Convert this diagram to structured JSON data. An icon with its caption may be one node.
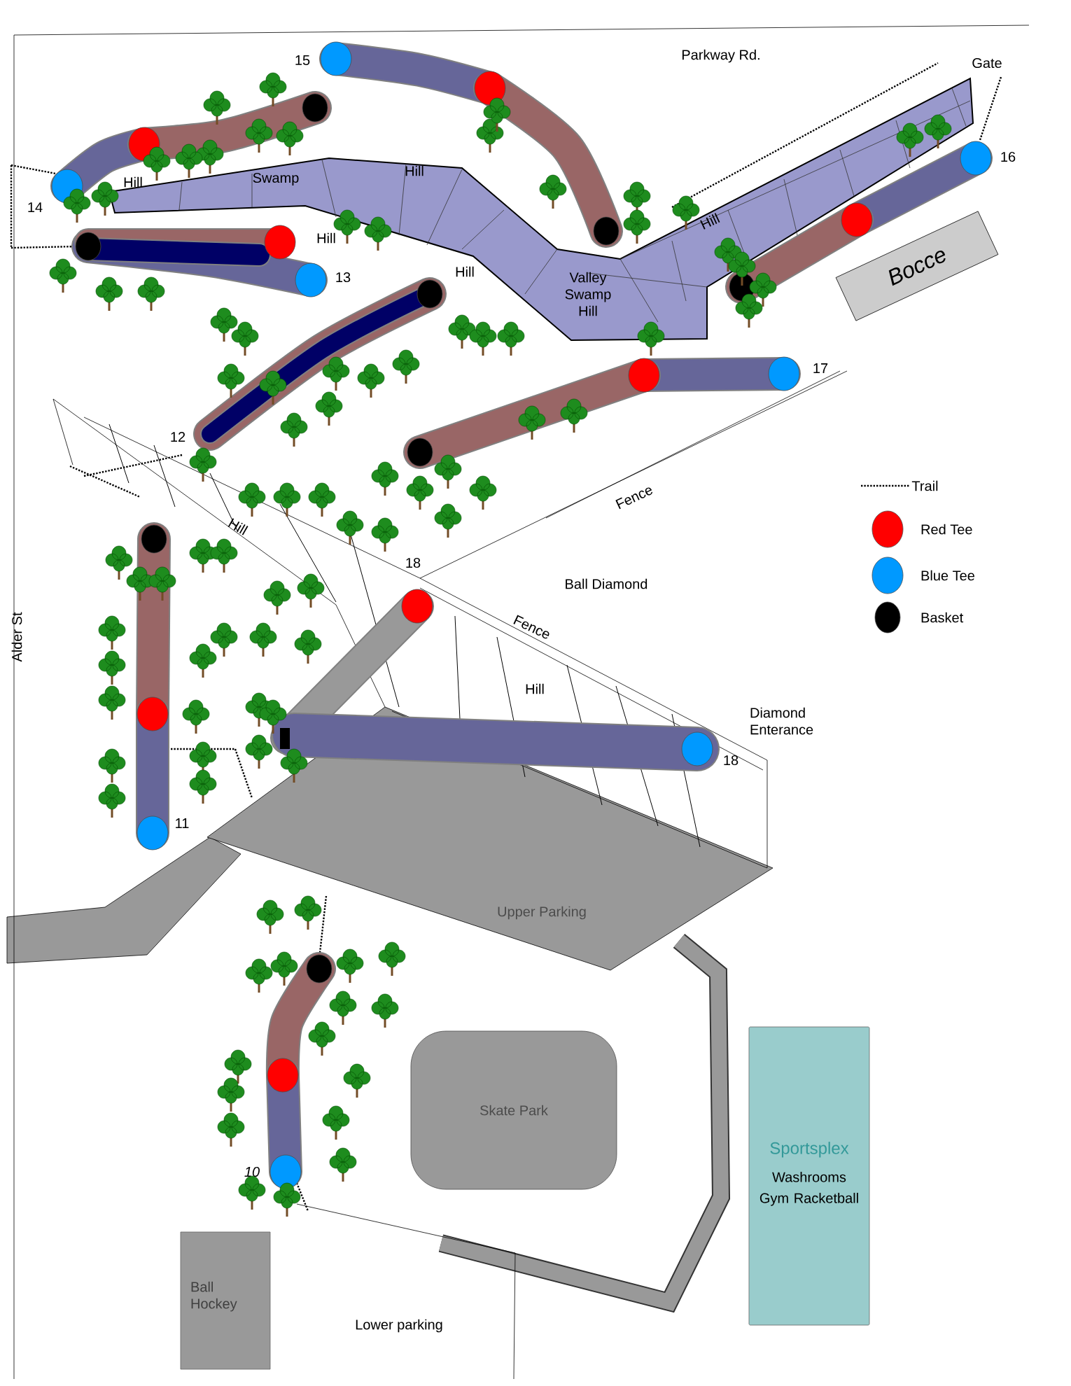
{
  "diagram": {
    "nodes": [
      {
        "text": [
          "Bocce"
        ]
      },
      {
        "text": [
          "Skate Park"
        ]
      },
      {
        "text": [
          "Sportsplex",
          "Washrooms",
          "Gym Racketball"
        ]
      },
      {
        "text": [
          "Ball Hockey"
        ]
      }
    ],
    "labels": [
      "Parkway Rd.",
      "Gate",
      "15",
      "Hill",
      "Swamp",
      "Hill",
      "14",
      "16",
      "Hill",
      "Hill",
      "Hill",
      "13",
      "Valley Swamp Hill",
      "17",
      "12",
      "Fence",
      "Hill",
      "18",
      "Ball Diamond",
      "Fence",
      "Alder St",
      "Hill",
      "Diamond Enterance",
      "18",
      "11",
      "Upper Parking",
      "10",
      "Lower parking"
    ],
    "legend": [
      {
        "text": "Trail"
      },
      {
        "text": "Red Tee",
        "color": "#ff0000"
      },
      {
        "text": "Blue Tee",
        "color": "#0099ff"
      },
      {
        "text": "Basket",
        "color": "#000000"
      }
    ]
  }
}
